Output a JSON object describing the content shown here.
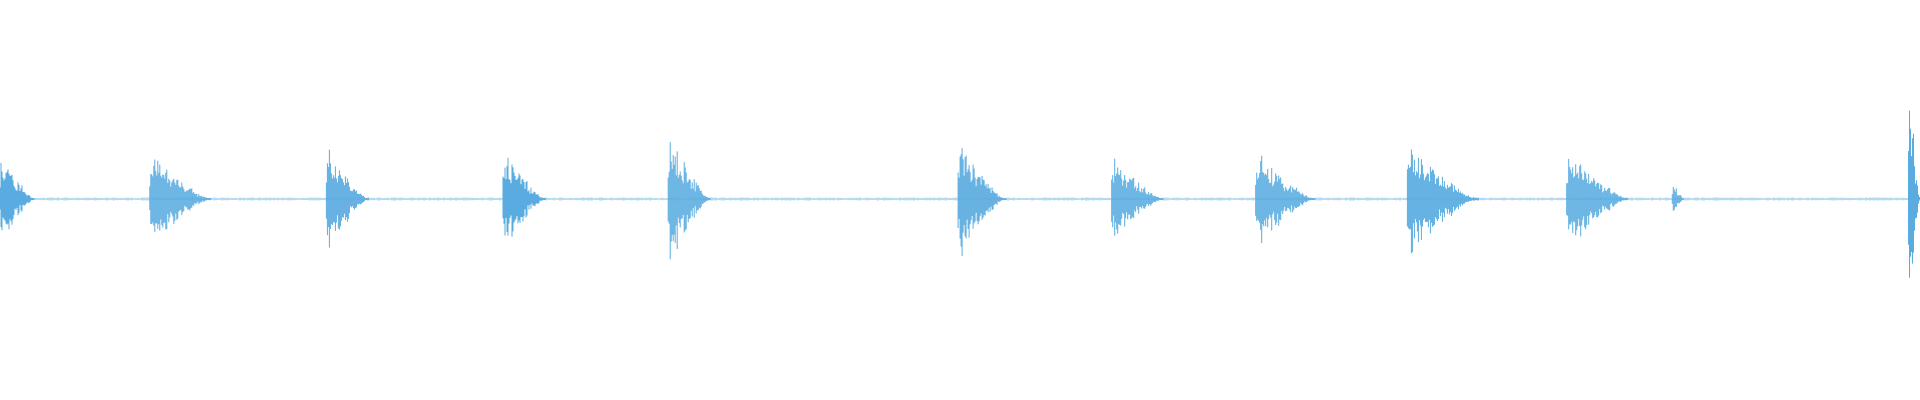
{
  "waveform": {
    "color": "#5aace0",
    "segments": [
      {
        "start": 0.0,
        "peak": 0.33,
        "length": 0.018
      },
      {
        "start": 0.078,
        "peak": 0.31,
        "length": 0.032
      },
      {
        "start": 0.17,
        "peak": 0.36,
        "length": 0.022
      },
      {
        "start": 0.262,
        "peak": 0.34,
        "length": 0.022
      },
      {
        "start": 0.348,
        "peak": 0.45,
        "length": 0.022
      },
      {
        "start": 0.499,
        "peak": 0.4,
        "length": 0.025
      },
      {
        "start": 0.579,
        "peak": 0.29,
        "length": 0.027
      },
      {
        "start": 0.654,
        "peak": 0.33,
        "length": 0.031
      },
      {
        "start": 0.733,
        "peak": 0.4,
        "length": 0.037
      },
      {
        "start": 0.816,
        "peak": 0.36,
        "length": 0.032
      },
      {
        "start": 0.871,
        "peak": 0.13,
        "length": 0.006
      },
      {
        "start": 0.994,
        "peak": 0.9,
        "length": 0.006
      }
    ]
  }
}
